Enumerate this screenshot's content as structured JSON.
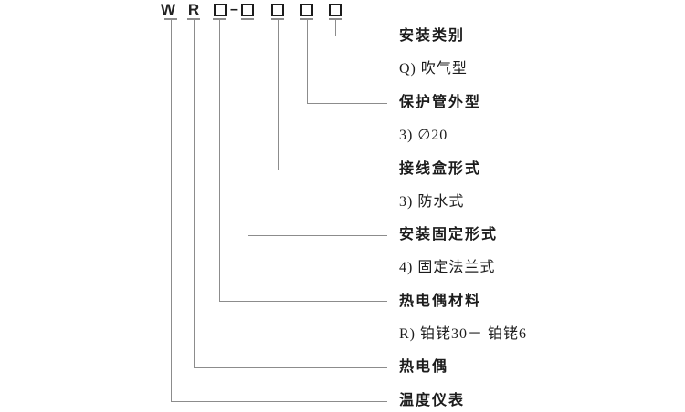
{
  "code": {
    "letters": [
      "W",
      "R"
    ],
    "separator": "–"
  },
  "rows": [
    {
      "kind": "category",
      "label": "安装类别"
    },
    {
      "kind": "value",
      "label": "Q) 吹气型"
    },
    {
      "kind": "category",
      "label": "保护管外型"
    },
    {
      "kind": "value",
      "label": "3) ∅20"
    },
    {
      "kind": "category",
      "label": "接线盒形式"
    },
    {
      "kind": "value",
      "label": "3) 防水式"
    },
    {
      "kind": "category",
      "label": "安装固定形式"
    },
    {
      "kind": "value",
      "label": "4) 固定法兰式"
    },
    {
      "kind": "category",
      "label": "热电偶材料"
    },
    {
      "kind": "value",
      "label": "R) 铂铑30－ 铂铑6"
    },
    {
      "kind": "category",
      "label": "热电偶"
    },
    {
      "kind": "category",
      "label": "温度仪表"
    }
  ],
  "colors": {
    "background": "#ffffff",
    "line": "#8c8c8c",
    "ink": "#1c1c1c"
  }
}
